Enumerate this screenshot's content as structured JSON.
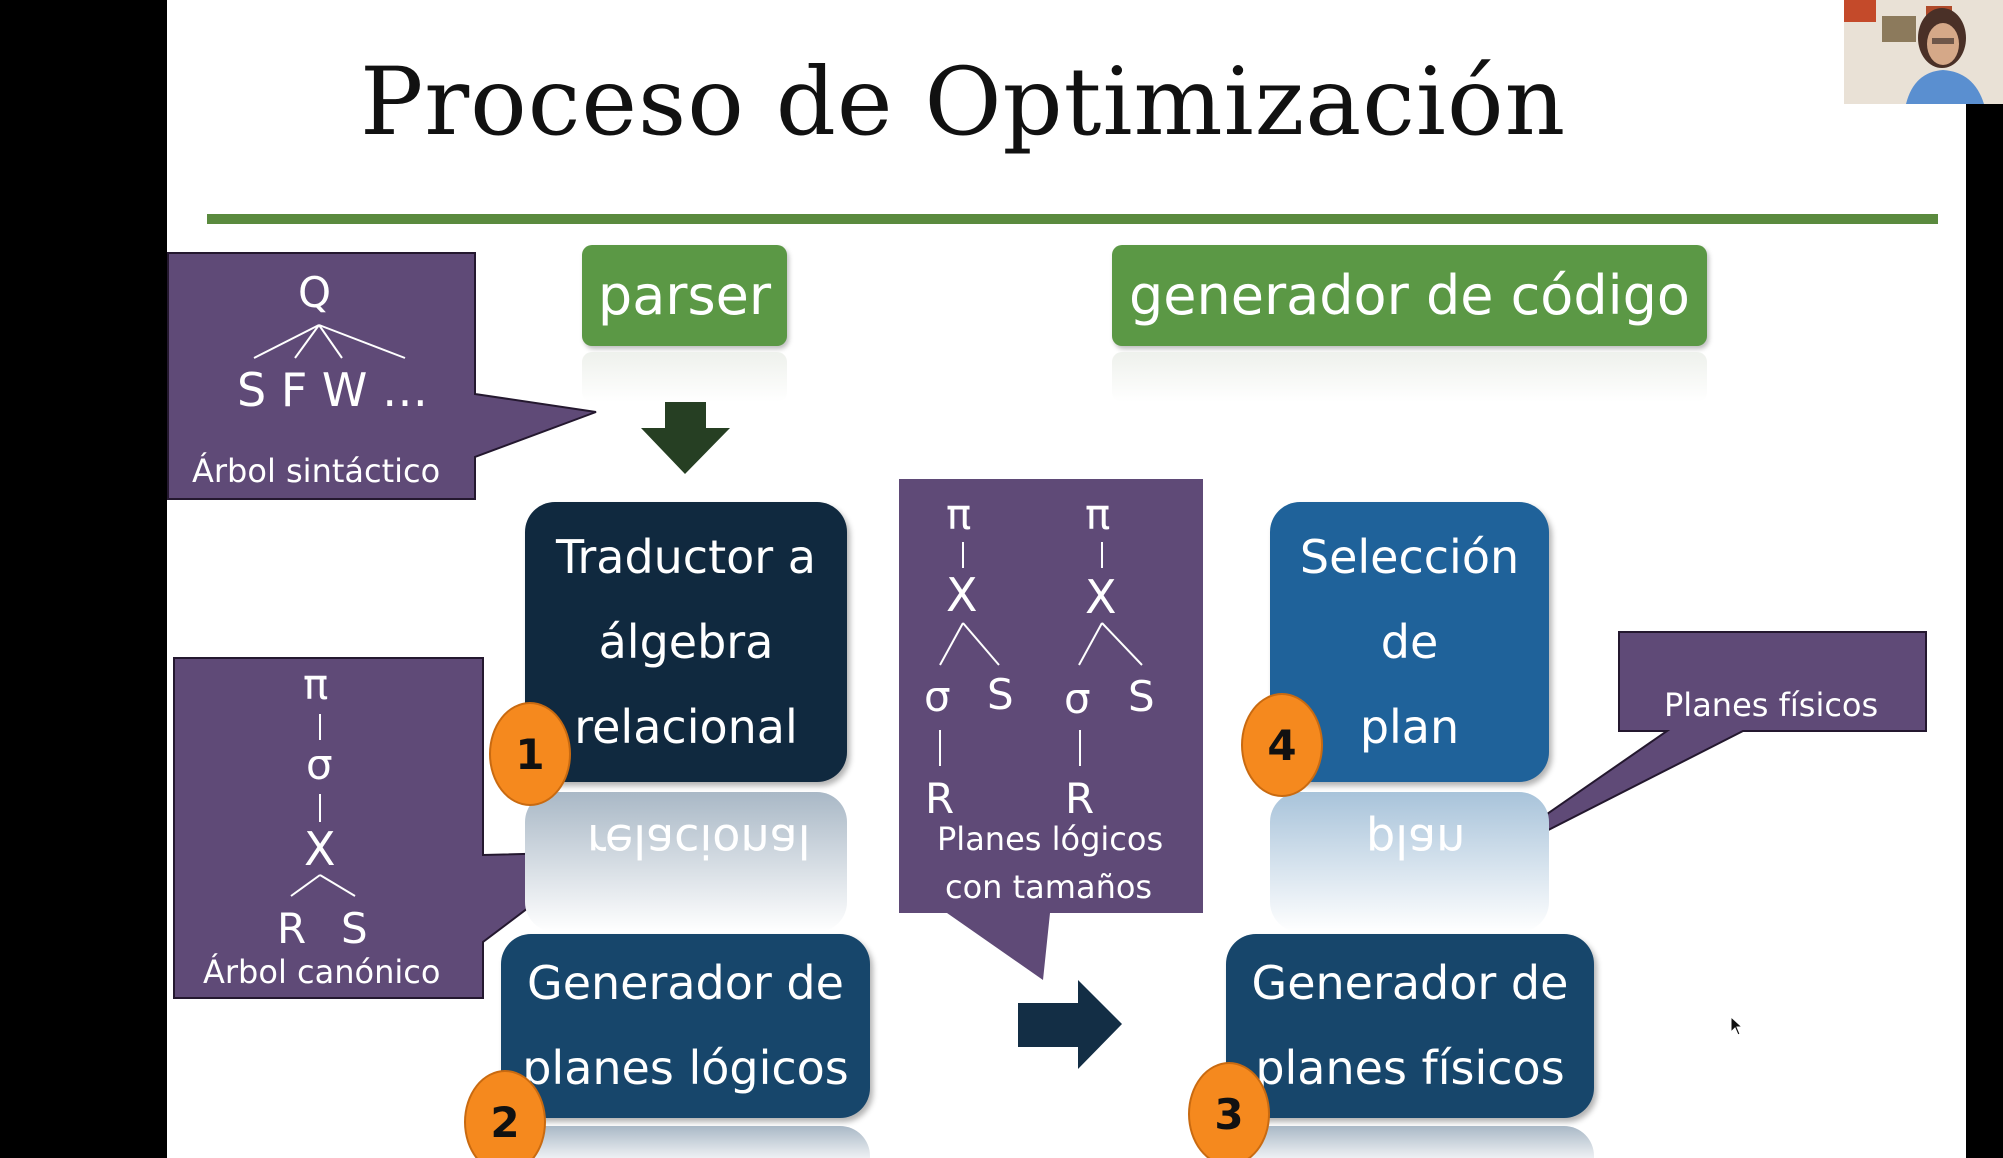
{
  "slide": {
    "title": "Proceso de Optimización"
  },
  "stages": {
    "parser": "parser",
    "generador_codigo": "generador de código",
    "traductor": [
      "Traductor a",
      "álgebra",
      "relacional"
    ],
    "seleccion": [
      "Selección",
      "de",
      "plan"
    ],
    "generador_logicos": [
      "Generador de",
      "planes lógicos"
    ],
    "generador_fisicos": [
      "Generador de",
      "planes físicos"
    ]
  },
  "reflections": {
    "traductor": "relacional",
    "seleccion": "plan"
  },
  "badges": [
    "1",
    "2",
    "3",
    "4"
  ],
  "callouts": {
    "arbol_sintactico": {
      "root": "Q",
      "children": "S F W …",
      "label": "Árbol sintáctico"
    },
    "arbol_canonico": {
      "nodes": [
        "π",
        "σ",
        "X",
        "R",
        "S"
      ],
      "label": "Árbol canónico"
    },
    "planes_logicos": {
      "tree1": [
        "π",
        "X",
        "σ",
        "S",
        "R"
      ],
      "tree2": [
        "π",
        "X",
        "σ",
        "S",
        "R"
      ],
      "label_line1": "Planes lógicos",
      "label_line2": "con tamaños"
    },
    "planes_fisicos": {
      "label": "Planes físicos"
    }
  },
  "colors": {
    "green": "#5b9845",
    "rule": "#5a8a3e",
    "dark_navy": "#10293f",
    "mid_navy": "#17466b",
    "blue": "#1f629a",
    "purple": "#5f4a77",
    "orange": "#f5891e"
  }
}
